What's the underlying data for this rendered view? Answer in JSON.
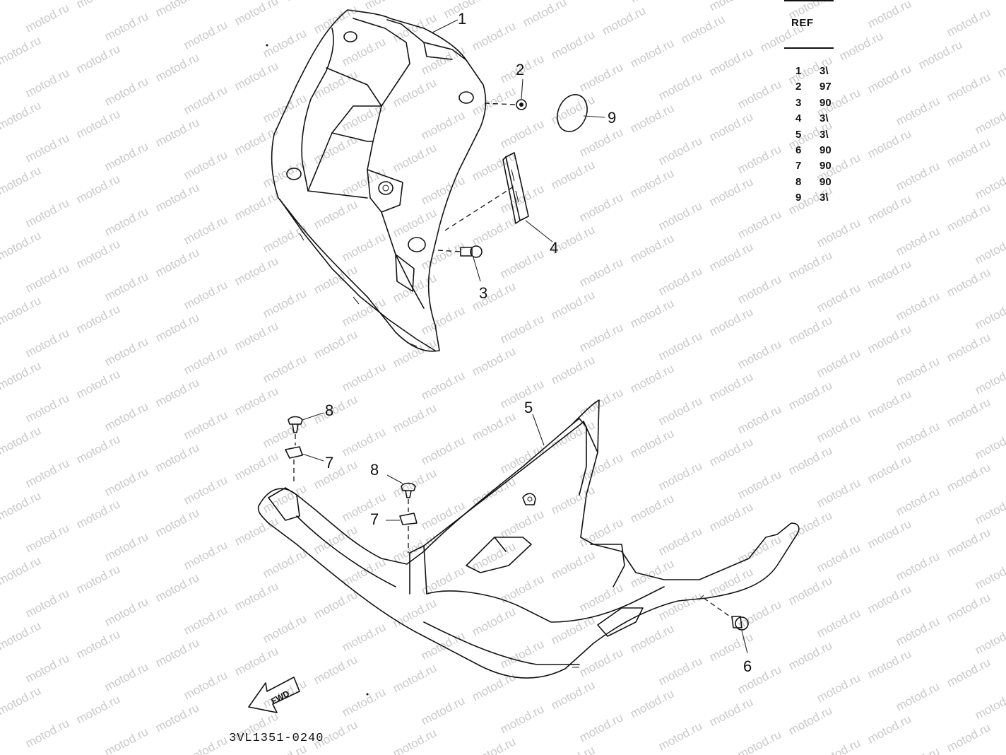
{
  "watermark": "motod.ru",
  "figure_code": "3VL1351-0240",
  "fwd_label": "FWD",
  "callouts": [
    {
      "id": "c1",
      "text": "1"
    },
    {
      "id": "c2",
      "text": "2"
    },
    {
      "id": "c3",
      "text": "3"
    },
    {
      "id": "c4",
      "text": "4"
    },
    {
      "id": "c5",
      "text": "5"
    },
    {
      "id": "c6",
      "text": "6"
    },
    {
      "id": "c7a",
      "text": "7"
    },
    {
      "id": "c7b",
      "text": "7"
    },
    {
      "id": "c8a",
      "text": "8"
    },
    {
      "id": "c8b",
      "text": "8"
    },
    {
      "id": "c9",
      "text": "9"
    }
  ],
  "ref_table": {
    "header": "REF",
    "rows": [
      {
        "no": "1",
        "code": "3\\"
      },
      {
        "no": "2",
        "code": "97"
      },
      {
        "no": "3",
        "code": "90"
      },
      {
        "no": "4",
        "code": "3\\"
      },
      {
        "no": "5",
        "code": "3\\"
      },
      {
        "no": "6",
        "code": "90"
      },
      {
        "no": "7",
        "code": "90"
      },
      {
        "no": "8",
        "code": "90"
      },
      {
        "no": "9",
        "code": "3\\"
      }
    ]
  }
}
